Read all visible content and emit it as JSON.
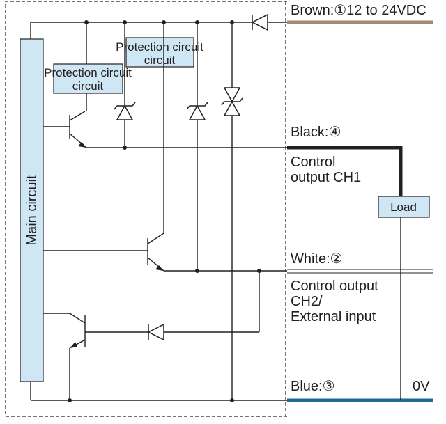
{
  "main_circuit": "Main circuit",
  "protection_circuits": [
    "Protection circuit",
    "Protection circuit"
  ],
  "load": "Load",
  "wires": {
    "brown": {
      "label": "Brown:①12 to 24VDC",
      "color": "#a68a73"
    },
    "black": {
      "label": "Black:④",
      "color": "#231f20"
    },
    "white": {
      "label": "White:②",
      "color": "#231f20"
    },
    "blue": {
      "label": "Blue:③",
      "color": "#1f6b97"
    }
  },
  "outputs": {
    "ch1": [
      "Control",
      "output CH1"
    ],
    "ch2": [
      "Control output",
      "CH2/",
      "External input"
    ]
  },
  "zero_volt": "0V"
}
